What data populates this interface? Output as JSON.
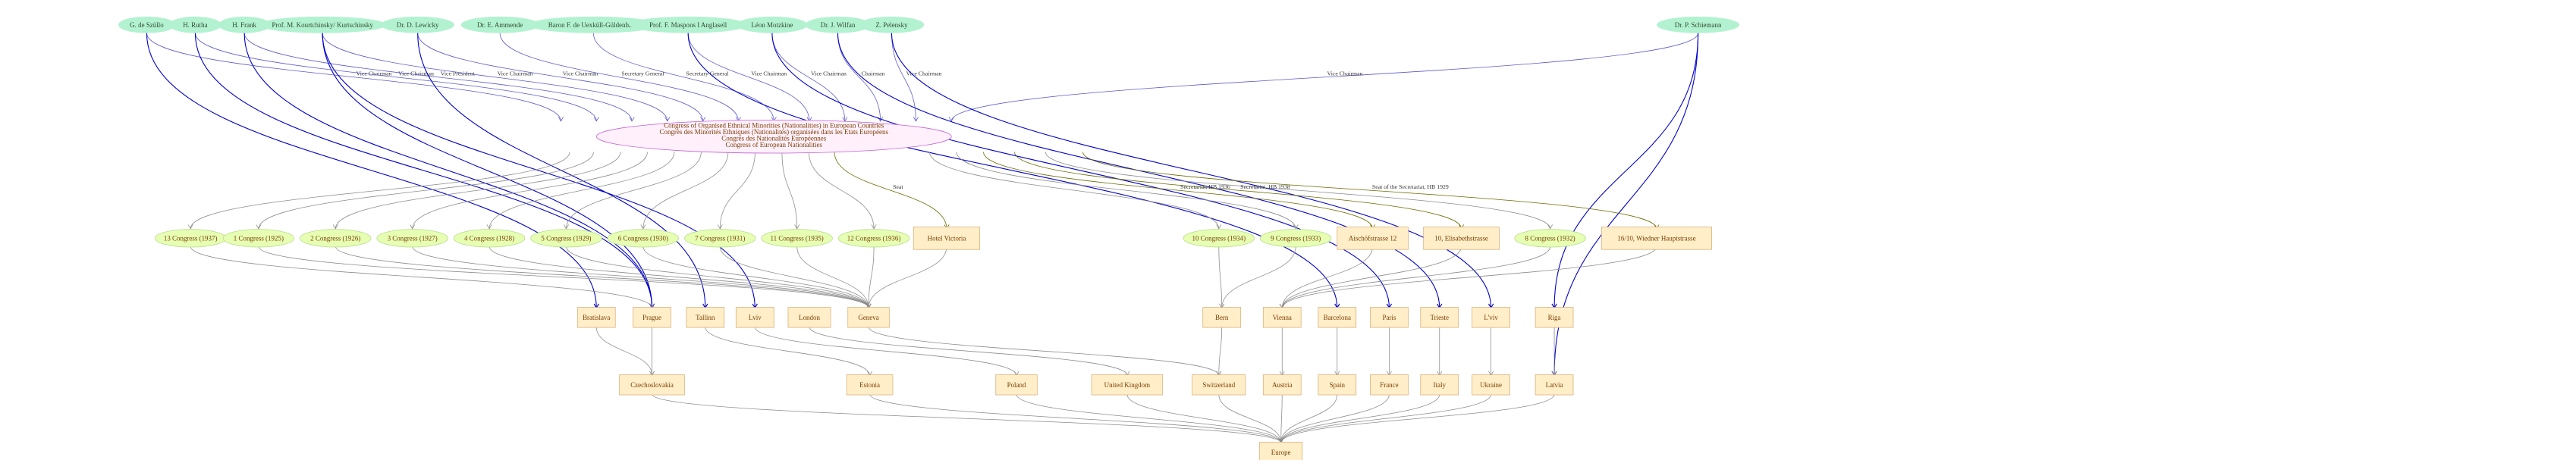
{
  "colors": {
    "person_fill": "#b3f2d1",
    "congress_fill": "#e6ffb3",
    "congress_stroke": "#b8d98a",
    "place_fill": "#ffeec8",
    "place_stroke": "#d9b07a",
    "org_fill": "#fff0fb",
    "org_stroke": "#c45ed6",
    "person_edge": "#0000cc",
    "role_edge": "#5a5acb",
    "gray_edge": "#8c8c8c",
    "olive_edge": "#6b6b00",
    "text": "#7a3d00"
  },
  "organization": {
    "lines": [
      "Congress of Organised Ethnical Minorities (Nationalities) in European Countries",
      "Congrès des Minorités Ethniques (Nationalités) organisées dans les Etats Européens",
      "Congrès des Nationalités Européennes",
      "Congress of European Nationalities"
    ]
  },
  "people": [
    {
      "id": "szullo",
      "label": "G. de Szüllo"
    },
    {
      "id": "rutha",
      "label": "H. Rutha"
    },
    {
      "id": "frank",
      "label": "H. Frank"
    },
    {
      "id": "kourtch",
      "label": "Prof. M. Kourtchinsky/ Kurtschinsky"
    },
    {
      "id": "lewicky",
      "label": "Dr. D. Lewicky"
    },
    {
      "id": "ammende",
      "label": "Dr. E. Ammende"
    },
    {
      "id": "uexkull",
      "label": "Baron F. de Uexküll-Güldenband"
    },
    {
      "id": "maspons",
      "label": "Prof. F. Maspons I Anglasell"
    },
    {
      "id": "motzkine",
      "label": "Léon Motzkine"
    },
    {
      "id": "wilfan",
      "label": "Dr. J. Wilfan"
    },
    {
      "id": "pelensky",
      "label": "Z. Pelensky"
    },
    {
      "id": "schiemann",
      "label": "Dr. P. Schiemann"
    }
  ],
  "roles": {
    "szullo": "Vice Chairman",
    "rutha": "Vice Chairman",
    "frank": "Vice President",
    "kourtch": "Vice Chairman",
    "lewicky": "Vice Chairman",
    "ammende": "Secretary General",
    "uexkull": "Secretary General",
    "maspons": "Vice Chairman",
    "motzkine": "Vice Chairman",
    "wilfan": "Chairman",
    "pelensky": "Vice Chairman",
    "schiemann": "Vice Chairman"
  },
  "congresses": [
    {
      "id": "c13",
      "label": "13 Congress (1937)"
    },
    {
      "id": "c1",
      "label": "1 Congress (1925)"
    },
    {
      "id": "c2",
      "label": "2 Congress (1926)"
    },
    {
      "id": "c3",
      "label": "3 Congress (1927)"
    },
    {
      "id": "c4",
      "label": "4 Congress (1928)"
    },
    {
      "id": "c5",
      "label": "5 Congress (1929)"
    },
    {
      "id": "c6",
      "label": "6 Congress (1930)"
    },
    {
      "id": "c7",
      "label": "7 Congress (1931)"
    },
    {
      "id": "c11",
      "label": "11 Congress (1935)"
    },
    {
      "id": "c12",
      "label": "12 Congress (1936)"
    },
    {
      "id": "c10",
      "label": "10 Congress (1934)"
    },
    {
      "id": "c9",
      "label": "9 Congress (1933)"
    },
    {
      "id": "c8",
      "label": "8 Congress (1932)"
    }
  ],
  "venues": [
    {
      "id": "hotel",
      "label": "Hotel Victoria"
    },
    {
      "id": "aischof",
      "label": "Aischöfstrasse 12"
    },
    {
      "id": "elisabeth",
      "label": "10, Elisabethstrasse"
    },
    {
      "id": "wiedner",
      "label": "16/10, Wiedner Hauptstrasse"
    }
  ],
  "org_edge_labels": {
    "hotel": "Seat",
    "aischof": "Secretariat, HB 1936",
    "elisabeth": "Secretariat, HB 1938",
    "wiedner": "Seat of the Secretariat, HB 1929"
  },
  "cities": [
    {
      "id": "bratislava",
      "label": "Bratislava"
    },
    {
      "id": "prague",
      "label": "Prague"
    },
    {
      "id": "tallinn",
      "label": "Tallinn"
    },
    {
      "id": "lviv1",
      "label": "Lviv"
    },
    {
      "id": "london",
      "label": "London"
    },
    {
      "id": "geneva",
      "label": "Geneva"
    },
    {
      "id": "bern",
      "label": "Bern"
    },
    {
      "id": "vienna",
      "label": "Vienna"
    },
    {
      "id": "barcelona",
      "label": "Barcelona"
    },
    {
      "id": "paris",
      "label": "Paris"
    },
    {
      "id": "trieste",
      "label": "Trieste"
    },
    {
      "id": "lviv2",
      "label": "L'viv"
    },
    {
      "id": "riga",
      "label": "Riga"
    }
  ],
  "countries": [
    {
      "id": "czecho",
      "label": "Czechoslovakia"
    },
    {
      "id": "estonia",
      "label": "Estonia"
    },
    {
      "id": "poland",
      "label": "Poland"
    },
    {
      "id": "uk",
      "label": "United Kingdom"
    },
    {
      "id": "switzerland",
      "label": "Switzerland"
    },
    {
      "id": "austria",
      "label": "Austria"
    },
    {
      "id": "spain",
      "label": "Spain"
    },
    {
      "id": "france",
      "label": "France"
    },
    {
      "id": "italy",
      "label": "Italy"
    },
    {
      "id": "ukraine",
      "label": "Ukraine"
    },
    {
      "id": "latvia",
      "label": "Latvia"
    }
  ],
  "continent": {
    "id": "europe",
    "label": "Europe"
  }
}
